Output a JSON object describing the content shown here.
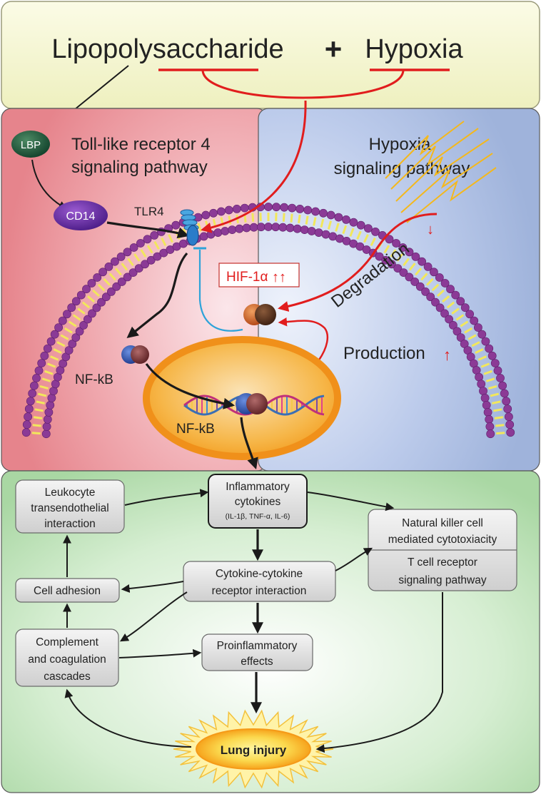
{
  "header": {
    "left_term": "Lipopolysaccharide",
    "plus": "+",
    "right_term": "Hypoxia"
  },
  "left_panel": {
    "title_line1": "Toll-like receptor 4",
    "title_line2": "signaling pathway",
    "lbp": "LBP",
    "cd14": "CD14",
    "tlr4": "TLR4",
    "nfkb_cytoplasm": "NF-kB",
    "nfkb_nucleus": "NF-kB"
  },
  "right_panel": {
    "title_line1": "Hypoxia",
    "title_line2": "signaling pathway",
    "hif": "HIF-1α",
    "hif_arrows": "↑↑",
    "degradation": "Degradation",
    "degradation_arrow": "↓",
    "production": "Production",
    "production_arrow": "↑"
  },
  "bottom_panel": {
    "leukocyte_line1": "Leukocyte",
    "leukocyte_line2": "transendothelial",
    "leukocyte_line3": "interaction",
    "inflammatory_line1": "Inflammatory",
    "inflammatory_line2": "cytokines",
    "inflammatory_line3": "(IL-1β, TNF-α, IL-6)",
    "nk_line1": "Natural killer cell",
    "nk_line2": "mediated cytotoxiacity",
    "tcell_line1": "T cell receptor",
    "tcell_line2": "signaling pathway",
    "cell_adhesion": "Cell adhesion",
    "cytokine_line1": "Cytokine-cytokine",
    "cytokine_line2": "receptor interaction",
    "complement_line1": "Complement",
    "complement_line2": "and coagulation",
    "complement_line3": "cascades",
    "proinflammatory_line1": "Proinflammatory",
    "proinflammatory_line2": "effects",
    "lung_injury": "Lung injury"
  },
  "colors": {
    "header_bg": "#f4f5cf",
    "left_panel": "#e98e95",
    "right_panel": "#a3b7dd",
    "bottom_panel": "#b4dcae",
    "accent_red": "#e11d1d",
    "membrane_head": "#8b3a96",
    "membrane_tail": "#f2e75c",
    "nucleus": "#f3a023",
    "inhibit_line": "#2ea3d9"
  }
}
